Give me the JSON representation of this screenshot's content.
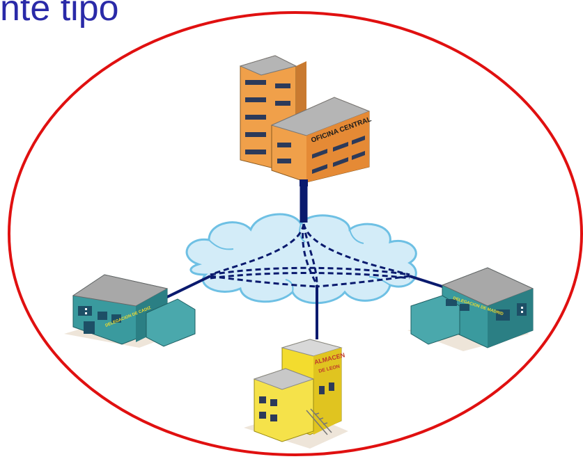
{
  "title": "nte tipo",
  "colors": {
    "title": "#2a2aa8",
    "boundary": "#e01010",
    "links": "#0a1a6e",
    "cloud_fill": "#d3ecf8",
    "cloud_stroke": "#6ec0e4",
    "central_building": "#f0a04a",
    "branch_building": "#3a9a9e",
    "warehouse_building": "#f3dc2e"
  },
  "buildings": {
    "central": {
      "sign": "OFICINA CENTRAL",
      "icon": "office-building-icon"
    },
    "left": {
      "sign": "DELEGACION DE CADIZ",
      "icon": "branch-building-icon"
    },
    "right": {
      "sign": "DELEGACION DE MADRID",
      "icon": "branch-building-icon"
    },
    "bottom": {
      "sign_line1": "ALMACEN",
      "sign_line2": "DE LEON",
      "icon": "warehouse-building-icon"
    }
  },
  "network": {
    "icon": "network-cloud-icon"
  }
}
